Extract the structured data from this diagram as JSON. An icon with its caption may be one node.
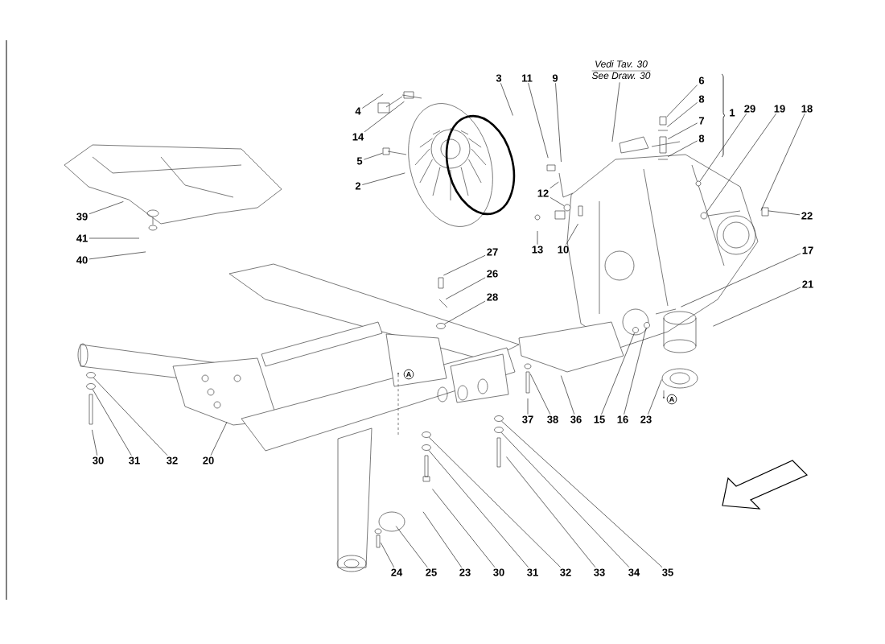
{
  "diagram": {
    "nodes": [
      {
        "text": [
          "4"
        ]
      },
      {
        "text": [
          "14"
        ]
      },
      {
        "text": [
          "5"
        ]
      },
      {
        "text": [
          "2"
        ]
      },
      {
        "text": [
          "3"
        ]
      },
      {
        "text": [
          "11"
        ]
      },
      {
        "text": [
          "9"
        ]
      },
      {
        "text": [
          "Vedi Tav. 30",
          "See Draw. 30"
        ]
      },
      {
        "text": [
          "6"
        ]
      },
      {
        "text": [
          "8"
        ]
      },
      {
        "text": [
          "7"
        ]
      },
      {
        "text": [
          "8"
        ]
      },
      {
        "text": [
          "29"
        ]
      },
      {
        "text": [
          "19"
        ]
      },
      {
        "text": [
          "18"
        ]
      },
      {
        "text": [
          "12"
        ]
      },
      {
        "text": [
          "22"
        ]
      },
      {
        "text": [
          "39"
        ]
      },
      {
        "text": [
          "41"
        ]
      },
      {
        "text": [
          "40"
        ]
      },
      {
        "text": [
          "13"
        ]
      },
      {
        "text": [
          "10"
        ]
      },
      {
        "text": [
          "27"
        ]
      },
      {
        "text": [
          "26"
        ]
      },
      {
        "text": [
          "28"
        ]
      },
      {
        "text": [
          "17"
        ]
      },
      {
        "text": [
          "21"
        ]
      },
      {
        "text": [
          "37"
        ]
      },
      {
        "text": [
          "38"
        ]
      },
      {
        "text": [
          "36"
        ]
      },
      {
        "text": [
          "15"
        ]
      },
      {
        "text": [
          "16"
        ]
      },
      {
        "text": [
          "23"
        ]
      },
      {
        "text": [
          "30"
        ]
      },
      {
        "text": [
          "31"
        ]
      },
      {
        "text": [
          "32"
        ]
      },
      {
        "text": [
          "20"
        ]
      },
      {
        "text": [
          "24"
        ]
      },
      {
        "text": [
          "25"
        ]
      },
      {
        "text": [
          "23"
        ]
      },
      {
        "text": [
          "30"
        ]
      },
      {
        "text": [
          "31"
        ]
      },
      {
        "text": [
          "32"
        ]
      },
      {
        "text": [
          "33"
        ]
      },
      {
        "text": [
          "34"
        ]
      },
      {
        "text": [
          "35"
        ]
      },
      {
        "text": [],
        "shape": "circle"
      },
      {
        "text": [],
        "shape": "circle"
      },
      {
        "text": [],
        "shape": "circle"
      },
      {
        "text": [],
        "shape": "circle"
      },
      {
        "text": [],
        "shape": "circle"
      },
      {
        "text": [],
        "shape": "circle"
      },
      {
        "text": [],
        "shape": "circle"
      },
      {
        "text": [],
        "shape": "circle"
      },
      {
        "text": [],
        "shape": "circle"
      },
      {
        "text": [],
        "shape": "circle"
      },
      {
        "text": [],
        "shape": "circle"
      },
      {
        "text": [],
        "shape": "circle"
      }
    ],
    "edges": [
      {
        "from": 0,
        "to": null,
        "arrow": "none"
      },
      {
        "from": 1,
        "to": null,
        "arrow": "none"
      },
      {
        "from": 2,
        "to": null,
        "arrow": "none"
      },
      {
        "from": 3,
        "to": null,
        "arrow": "none"
      },
      {
        "from": 4,
        "to": null,
        "arrow": "none"
      },
      {
        "from": 5,
        "to": null,
        "arrow": "none"
      },
      {
        "from": 6,
        "to": null,
        "arrow": "none"
      },
      {
        "from": 7,
        "to": null,
        "arrow": "none"
      },
      {
        "from": 8,
        "to": null,
        "arrow": "none"
      },
      {
        "from": 9,
        "to": null,
        "arrow": "none"
      },
      {
        "from": 10,
        "to": null,
        "arrow": "none"
      },
      {
        "from": 11,
        "to": null,
        "arrow": "none"
      },
      {
        "from": 12,
        "to": 56,
        "arrow": "none"
      },
      {
        "from": 13,
        "to": 57,
        "arrow": "none"
      },
      {
        "from": 14,
        "to": null,
        "arrow": "none"
      },
      {
        "from": 15,
        "to": null,
        "arrow": "none"
      },
      {
        "from": 16,
        "to": null,
        "arrow": "none"
      },
      {
        "from": 17,
        "to": null,
        "arrow": "none"
      },
      {
        "from": 18,
        "to": null,
        "arrow": "none"
      },
      {
        "from": 19,
        "to": null,
        "arrow": "none"
      },
      {
        "from": 20,
        "to": null,
        "arrow": "none"
      },
      {
        "from": 21,
        "to": null,
        "arrow": "none"
      },
      {
        "from": 22,
        "to": null,
        "arrow": "none"
      },
      {
        "from": 23,
        "to": null,
        "arrow": "none"
      },
      {
        "from": 24,
        "to": 50,
        "arrow": "none"
      },
      {
        "from": 25,
        "to": null,
        "arrow": "none"
      },
      {
        "from": 26,
        "to": null,
        "arrow": "none"
      },
      {
        "from": 27,
        "to": null,
        "arrow": "none"
      },
      {
        "from": 28,
        "to": null,
        "arrow": "none"
      },
      {
        "from": 29,
        "to": null,
        "arrow": "none"
      },
      {
        "from": 30,
        "to": 54,
        "arrow": "none"
      },
      {
        "from": 31,
        "to": 55,
        "arrow": "none"
      },
      {
        "from": 32,
        "to": null,
        "arrow": "none"
      },
      {
        "from": 33,
        "to": null,
        "arrow": "none"
      },
      {
        "from": 34,
        "to": 47,
        "arrow": "none"
      },
      {
        "from": 35,
        "to": 46,
        "arrow": "none"
      },
      {
        "from": 36,
        "to": null,
        "arrow": "none"
      },
      {
        "from": 37,
        "to": null,
        "arrow": "none"
      },
      {
        "from": 38,
        "to": null,
        "arrow": "none"
      },
      {
        "from": 39,
        "to": null,
        "arrow": "none"
      },
      {
        "from": 40,
        "to": null,
        "arrow": "none"
      },
      {
        "from": 41,
        "to": 49,
        "arrow": "none"
      },
      {
        "from": 42,
        "to": 48,
        "arrow": "none"
      },
      {
        "from": 43,
        "to": null,
        "arrow": "none"
      },
      {
        "from": 44,
        "to": 52,
        "arrow": "none"
      },
      {
        "from": 45,
        "to": 51,
        "arrow": "none"
      },
      {
        "from": 15,
        "to": 53,
        "arrow": "none"
      }
    ],
    "labels": [
      "1",
      "A",
      "A"
    ]
  }
}
